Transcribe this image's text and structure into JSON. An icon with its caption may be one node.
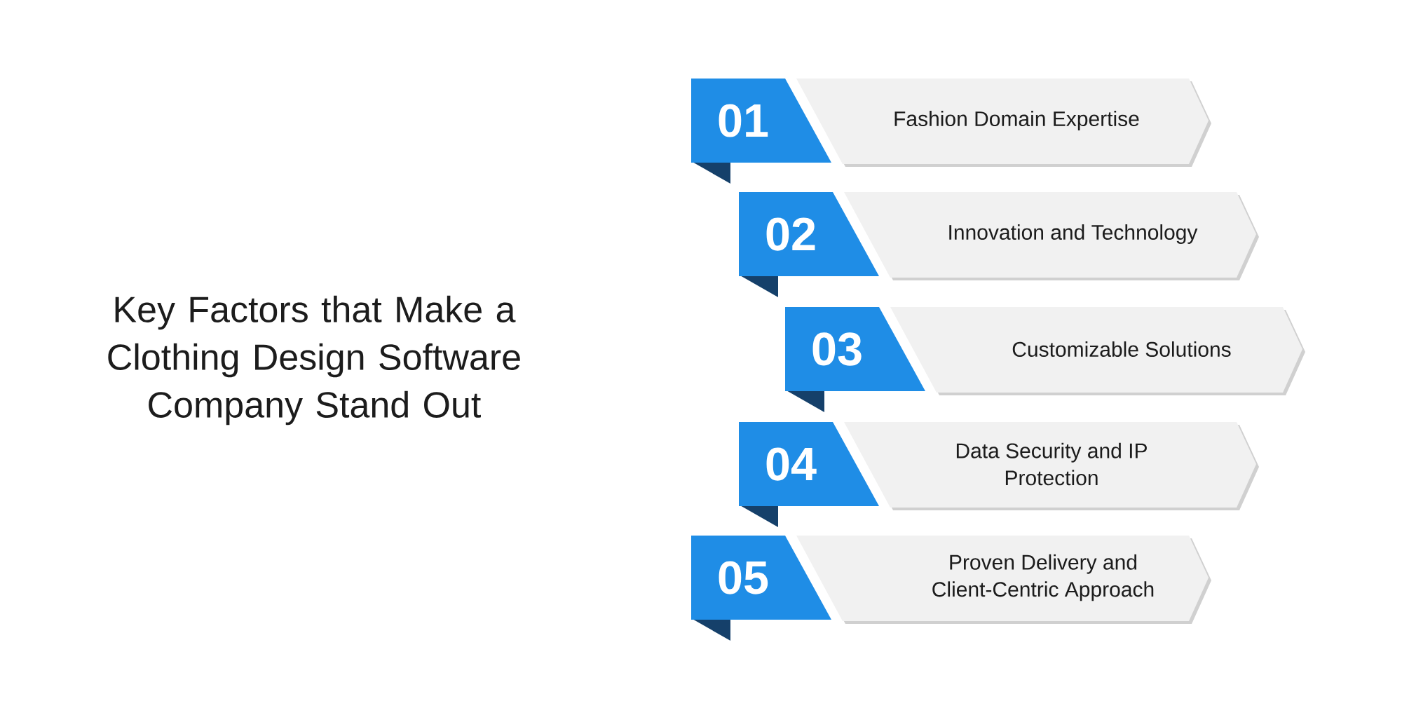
{
  "diagram": {
    "title": "Key Factors that Make a Clothing Design Software Company Stand Out",
    "nodes": [
      {
        "text": [
          "01"
        ]
      },
      {
        "text": [
          "Fashion Domain Expertise"
        ]
      },
      {
        "text": [
          "02"
        ]
      },
      {
        "text": [
          "Innovation and Technology"
        ]
      },
      {
        "text": [
          "03"
        ]
      },
      {
        "text": [
          "Customizable Solutions"
        ]
      },
      {
        "text": [
          "04"
        ]
      },
      {
        "text": [
          "Data Security and IP Protection"
        ]
      },
      {
        "text": [
          "05"
        ]
      },
      {
        "text": [
          "Proven Delivery and Client-Centric Approach"
        ]
      }
    ]
  }
}
